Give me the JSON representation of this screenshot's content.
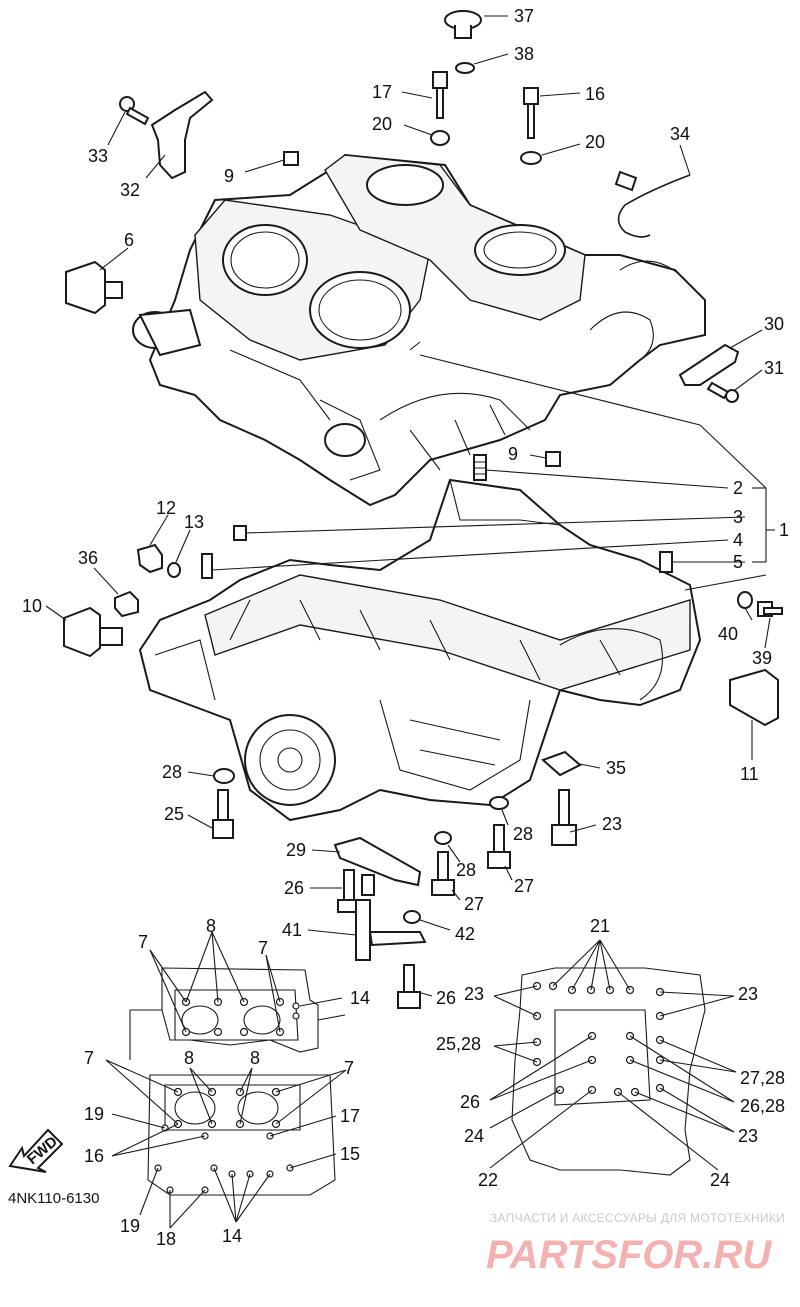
{
  "diagram": {
    "code": "4NK110-6130",
    "fwd_label": "FWD",
    "callouts": {
      "p37": "37",
      "p38": "38",
      "p17": "17",
      "p16": "16",
      "p20a": "20",
      "p20b": "20",
      "p34": "34",
      "p33": "33",
      "p32": "32",
      "p9a": "9",
      "p6": "6",
      "p30": "30",
      "p31": "31",
      "p9b": "9",
      "p2": "2",
      "p3": "3",
      "p1": "1",
      "p4": "4",
      "p5": "5",
      "p12": "12",
      "p13": "13",
      "p36": "36",
      "p10": "10",
      "p40": "40",
      "p39": "39",
      "p11": "11",
      "p28a": "28",
      "p35": "35",
      "p25": "25",
      "p28b": "28",
      "p23a": "23",
      "p29": "29",
      "p28c": "28",
      "p27a": "27",
      "p26a": "26",
      "p27b": "27",
      "p41": "41",
      "p42": "42",
      "p26b": "26"
    },
    "top_pattern": {
      "l7a": "7",
      "l8": "8",
      "l7b": "7",
      "l14": "14"
    },
    "bottom_pattern": {
      "l7a": "7",
      "l8a": "8",
      "l8b": "8",
      "l7b": "7",
      "l19a": "19",
      "l17": "17",
      "l16": "16",
      "l15": "15",
      "l19b": "19",
      "l18": "18",
      "l14": "14"
    },
    "right_pattern": {
      "l21": "21",
      "l23a": "23",
      "l23b": "23",
      "l2528": "25,28",
      "l2728": "27,28",
      "l26a": "26",
      "l2628": "26,28",
      "l24a": "24",
      "l23c": "23",
      "l22": "22",
      "l24b": "24"
    }
  },
  "watermark": {
    "line1": "ЗАПЧАСТИ И АКСЕССУАРЫ ДЛЯ МОТОТЕХНИКИ",
    "line2": "PARTSFOR.RU"
  }
}
